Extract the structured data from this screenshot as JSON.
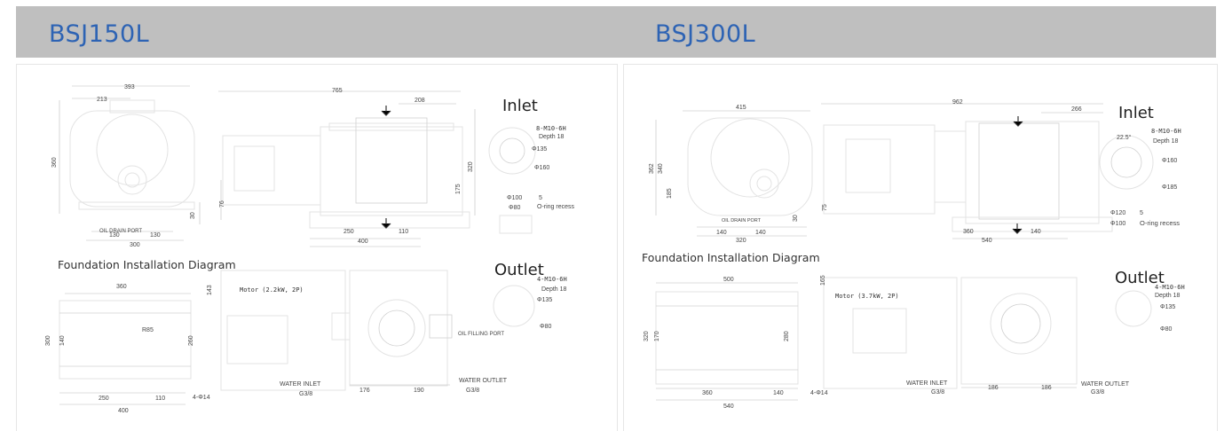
{
  "header": {
    "left_title": "BSJ150L",
    "right_title": "BSJ300L"
  },
  "left": {
    "dims_front": {
      "d393": "393",
      "d213": "213",
      "d360": "360",
      "d130a": "130",
      "d130b": "130",
      "d300": "300",
      "d30": "30",
      "oil_drain": "OIL DRAIN PORT"
    },
    "dims_side": {
      "d765": "765",
      "d208": "208",
      "d320": "320",
      "d175": "175",
      "d76": "76",
      "d250": "250",
      "d110": "110",
      "d400": "400"
    },
    "inlet": {
      "title": "Inlet",
      "thread": "8-M10-6H",
      "depth": "Depth 18",
      "p135": "Φ135",
      "p160": "Φ160"
    },
    "recess": {
      "p100": "Φ100",
      "p80": "Φ80",
      "five": "5",
      "oring": "O-ring recess"
    },
    "foundation": {
      "title": "Foundation Installation Diagram",
      "d360": "360",
      "r85": "R85",
      "d300": "300",
      "d140": "140",
      "d260": "260",
      "d250": "250",
      "d110": "110",
      "d400": "400",
      "holes": "4-Φ14"
    },
    "motor": {
      "label": "Motor (2.2kW, 2P)",
      "d143": "143",
      "oil_fill": "OIL FILLING PORT",
      "water_inlet": "WATER INLET",
      "g_in": "G3/8",
      "d176": "176",
      "d190": "190",
      "water_outlet": "WATER OUTLET",
      "g_out": "G3/8"
    },
    "outlet": {
      "title": "Outlet",
      "thread": "4-M10-6H",
      "depth": "Depth 18",
      "p135": "Φ135",
      "p80": "Φ80"
    }
  },
  "right": {
    "dims_front": {
      "d415": "415",
      "d362": "362",
      "d340": "340",
      "d185": "185",
      "d140a": "140",
      "d140b": "140",
      "d320": "320",
      "d30": "30",
      "oil_drain": "OIL DRAIN PORT"
    },
    "dims_side": {
      "d962": "962",
      "d266": "266",
      "d75": "75",
      "d360": "360",
      "d140": "140",
      "d540": "540"
    },
    "inlet": {
      "title": "Inlet",
      "angle": "22.5°",
      "thread": "8-M10-6H",
      "depth": "Depth 18",
      "p160": "Φ160",
      "p185": "Φ185"
    },
    "recess": {
      "p120": "Φ120",
      "p100": "Φ100",
      "five": "5",
      "oring": "O-ring recess"
    },
    "foundation": {
      "title": "Foundation Installation Diagram",
      "d500": "500",
      "d320": "320",
      "d170": "170",
      "d280": "280",
      "d360": "360",
      "d140": "140",
      "d540": "540",
      "holes": "4-Φ14"
    },
    "motor": {
      "label": "Motor (3.7kW, 2P)",
      "d165": "165",
      "water_inlet": "WATER INLET",
      "g_in": "G3/8",
      "d186a": "186",
      "d186b": "186",
      "water_outlet": "WATER OUTLET",
      "g_out": "G3/8"
    },
    "outlet": {
      "title": "Outlet",
      "thread": "4-M10-6H",
      "depth": "Depth 18",
      "p135": "Φ135",
      "p80": "Φ80"
    }
  }
}
